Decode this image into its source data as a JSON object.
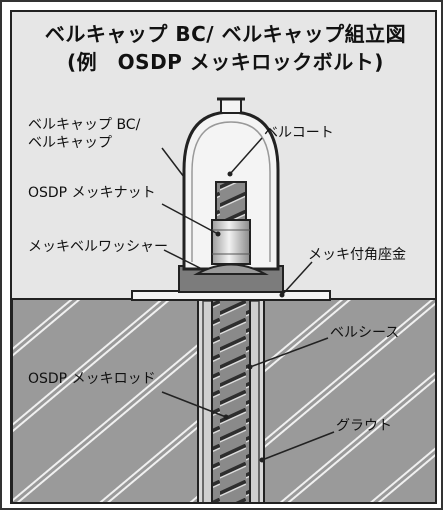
{
  "title": {
    "line1": "ベルキャップ BC/ ベルキャップ組立図",
    "line2": "(例　OSDP メッキロックボルト)"
  },
  "labels": {
    "bellcap": "ベルキャップ BC/\nベルキャップ",
    "bellcoat": "ベルコート",
    "nut": "OSDP メッキナット",
    "washer": "メッキベルワッシャー",
    "angle_washer": "メッキ付角座金",
    "bellsheath": "ベルシース",
    "rod": "OSDP メッキロッド",
    "grout": "グラウト"
  },
  "colors": {
    "background": "#e6e6e6",
    "concrete": "#9a9a9a",
    "metal_dark": "#3a3a3a",
    "metal_mid": "#8c8c8c",
    "cap_fill": "#f4f4f4"
  }
}
